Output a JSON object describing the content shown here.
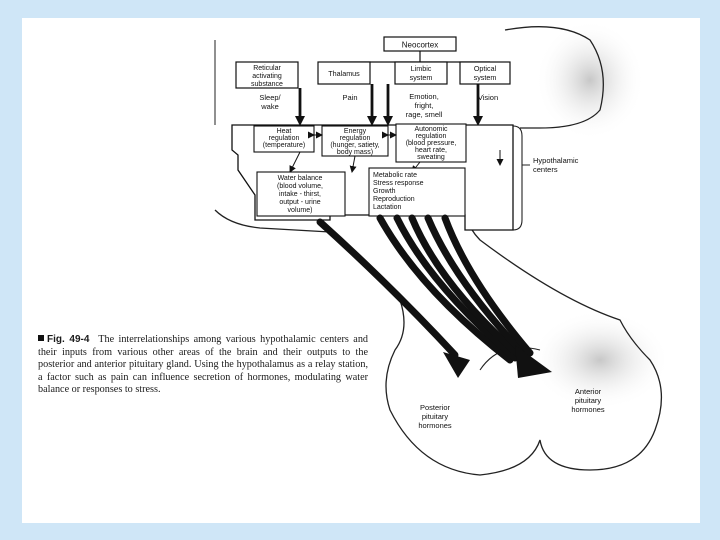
{
  "diagram": {
    "top_box": "Neocortex",
    "inputs": [
      {
        "box": [
          "Reticular",
          "activating",
          "substance"
        ],
        "label": [
          "Sleep/",
          "wake"
        ]
      },
      {
        "box": [
          "Thalamus"
        ],
        "label": [
          "Pain"
        ]
      },
      {
        "box": [
          "Limbic",
          "system"
        ],
        "label": [
          "Emotion,",
          "fright,",
          "rage, smell"
        ]
      },
      {
        "box": [
          "Optical",
          "system"
        ],
        "label": [
          "Vision"
        ]
      }
    ],
    "centers_row1": [
      [
        "Heat",
        "regulation",
        "(temperature)"
      ],
      [
        "Energy",
        "regulation",
        "(hunger, satiety,",
        "body mass)"
      ],
      [
        "Autonomic",
        "regulation",
        "(blood pressure,",
        "heart rate,",
        "sweating"
      ]
    ],
    "centers_row2": [
      [
        "Water balance",
        "(blood volume,",
        "intake - thirst,",
        "output - urine",
        "volume)"
      ],
      [
        "Metabolic rate",
        "Stress response",
        "Growth",
        "Reproduction",
        "Lactation"
      ]
    ],
    "hypothalamic_label": [
      "Hypothalamic",
      "centers"
    ],
    "posterior_label": [
      "Posterior",
      "pituitary",
      "hormones"
    ],
    "anterior_label": [
      "Anterior",
      "pituitary",
      "hormones"
    ]
  },
  "caption": {
    "fig_label": "Fig. 49-4",
    "text": "The interrelationships among various hypothalamic centers and their inputs from various other areas of the brain and their outputs to the posterior and anterior pituitary gland. Using the hypothalamus as a relay station, a factor such as pain can influence secretion of hormones, modulating water balance or responses to stress."
  }
}
